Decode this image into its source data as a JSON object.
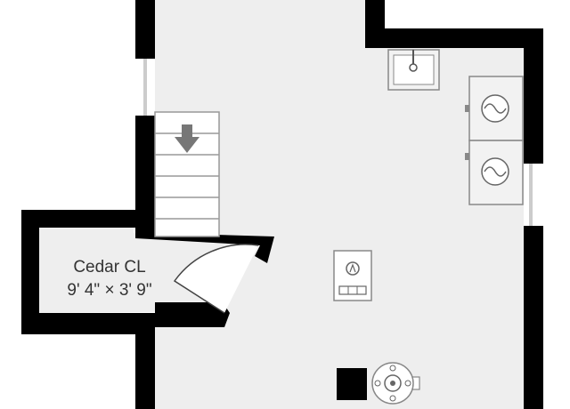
{
  "rooms": [
    {
      "name": "Cedar CL",
      "dimensions": "9' 4\" × 3' 9\""
    }
  ],
  "fixtures": {
    "stairs_direction": "down",
    "icons": [
      "utility-sink-icon",
      "washer-icon",
      "dryer-icon",
      "furnace-icon",
      "water-heater-icon",
      "stairs-arrow-icon",
      "door-swing-icon"
    ]
  },
  "colors": {
    "wall": "#000000",
    "floor": "#eeeeee",
    "fixture_fill": "#f2f2f2",
    "fixture_stroke": "#888888",
    "arrow": "#777777",
    "label": "#333333"
  }
}
